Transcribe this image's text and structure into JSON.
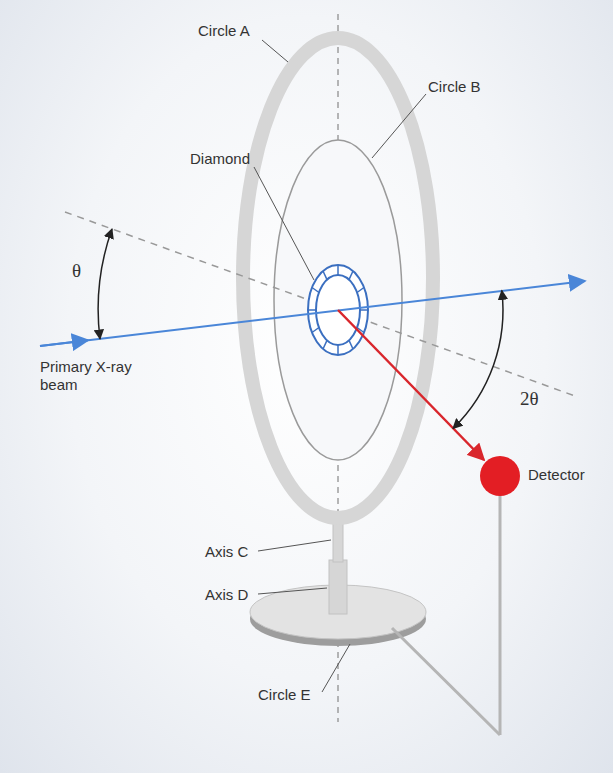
{
  "diagram": {
    "labels": [
      "Circle A",
      "Circle B",
      "Diamond",
      "θ",
      "Primary X-ray beam",
      "2θ",
      "Axis C",
      "Axis D",
      "Detector",
      "Circle E"
    ]
  }
}
